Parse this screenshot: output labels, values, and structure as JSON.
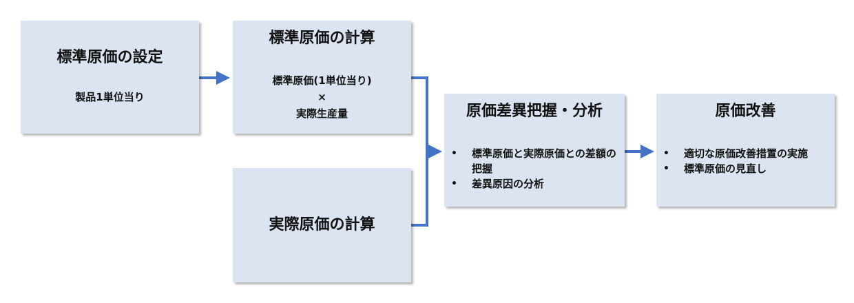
{
  "boxes": {
    "standard_setting": {
      "title": "標準原価の設定",
      "subtitle": "製品1単位当り"
    },
    "standard_calc": {
      "title": "標準原価の計算",
      "line1": "標準原価(1単位当り)",
      "line2": "×",
      "line3": "実際生産量"
    },
    "actual_calc": {
      "title": "実際原価の計算"
    },
    "variance_analysis": {
      "title": "原価差異把握・分析",
      "bullets": [
        "標準原価と実際原価との差額の把握",
        "差異原因の分析"
      ]
    },
    "improvement": {
      "title": "原価改善",
      "bullets": [
        "適切な原価改善措置の実施",
        "標準原価の見直し"
      ]
    }
  },
  "colors": {
    "box_fill": "#dbe4f0",
    "arrow": "#4472c4"
  }
}
